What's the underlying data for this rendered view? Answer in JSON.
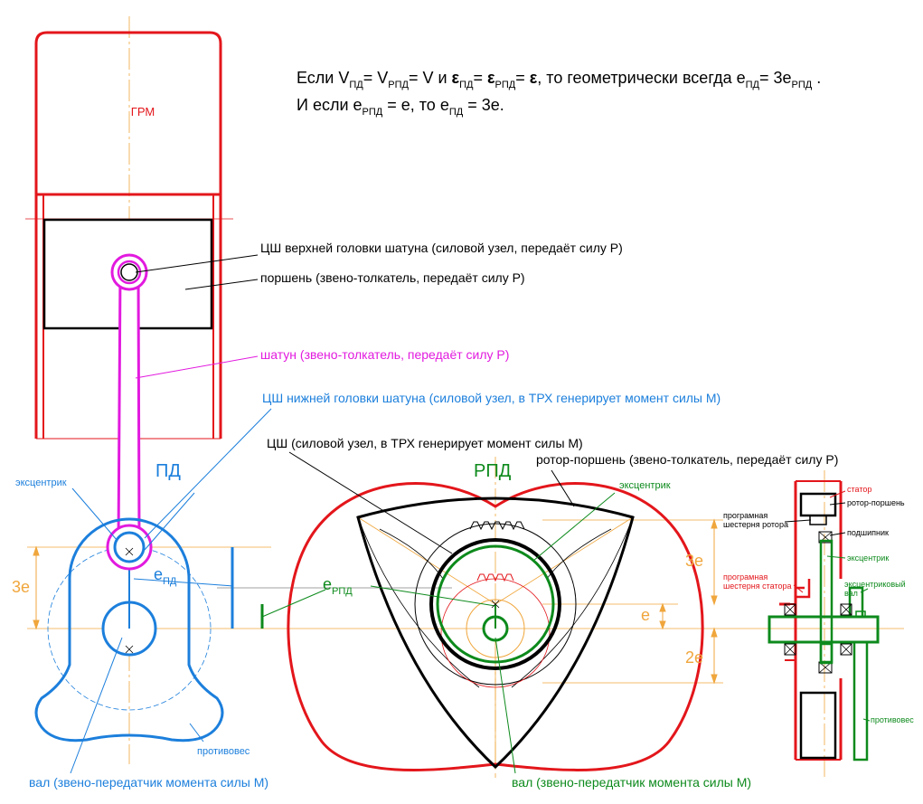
{
  "colors": {
    "red": "#e3161b",
    "magenta": "#e21adf",
    "blue": "#1c7fdc",
    "green": "#0d8a1c",
    "orange": "#f0a63c",
    "black": "#000000"
  },
  "formula": {
    "line1": {
      "p1": "Если V",
      "s1": "ПД",
      "p2": "= V",
      "s2": "РПД",
      "p3": "= V и ",
      "eps1": "ε",
      "s3": "ПД",
      "p4": "= ",
      "eps2": "ε",
      "s4": "РПД",
      "p5": "= ",
      "eps3": "ε",
      "p6": ", то геометрически всегда e",
      "s5": "ПД",
      "p7": "= 3e",
      "s6": "РПД",
      "p8": " ."
    },
    "line2": {
      "p1": "И если e",
      "s1": "РПД",
      "p2": " = e, то e",
      "s2": "ПД",
      "p3": " = 3e."
    }
  },
  "labels": {
    "grm": "ГРМ",
    "top_joint": "ЦШ верхней головки шатуна (силовой узел, передаёт силу P)",
    "piston": "поршень (звено-толкатель, передаёт силу P)",
    "rod": "шатун (звено-толкатель, передаёт силу P)",
    "bottom_joint": "ЦШ нижней головки шатуна (силовой узел, в ТРХ генерирует момент силы M)",
    "rpd_joint": "ЦШ (силовой узел, в ТРХ генерирует момент силы M)",
    "rotor_piston": "ротор-поршень (звено-толкатель, передаёт силу P)",
    "pd": "ПД",
    "rpd": "РПД",
    "eccentric_pd": "эксцентрик",
    "eccentric_rpd": "эксцентрик",
    "e_pd_main": "e",
    "e_pd_sub": "ПД",
    "e_rpd_main": "e",
    "e_rpd_sub": "РПД",
    "dim_3e_left": "3e",
    "dim_3e_right": "3e",
    "dim_e": "e",
    "dim_2e": "2e",
    "counterweight": "противовес",
    "shaft_pd": "вал (звено-передатчик момента силы M)",
    "shaft_rpd": "вал (звено-передатчик момента силы M)",
    "side_stator": "статор",
    "side_rotor_piston": "ротор-поршень",
    "side_rotor_gear_1": "програмная",
    "side_rotor_gear_2": "шестерня ротора",
    "side_bearing": "подшипник",
    "side_eccentric": "эксцентрик",
    "side_stator_gear_1": "програмная",
    "side_stator_gear_2": "шестерня статора",
    "side_ecc_shaft_1": "эксцентриковый",
    "side_ecc_shaft_2": "вал",
    "side_counterweight": "противовес"
  }
}
